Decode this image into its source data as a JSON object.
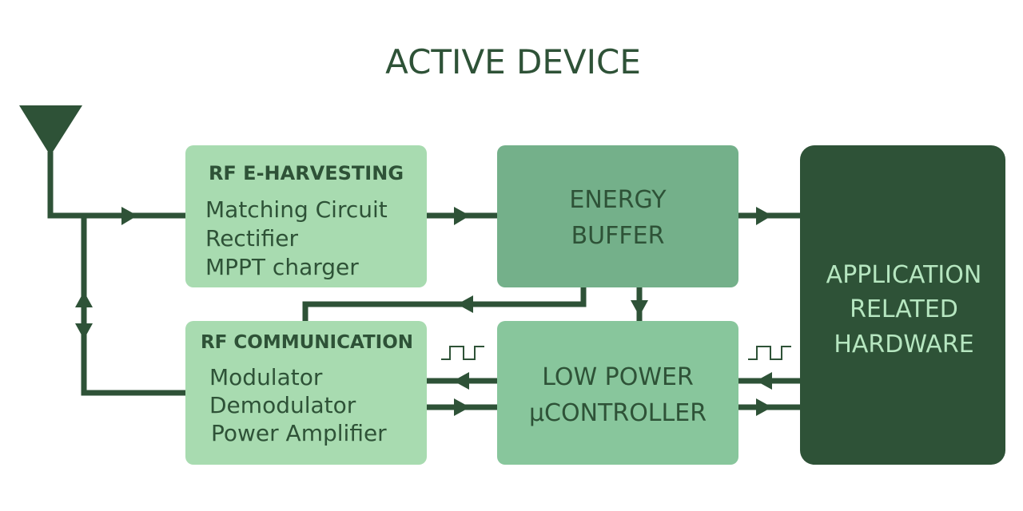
{
  "title": "ACTIVE DEVICE",
  "blocks": {
    "rf_harvesting": {
      "heading": "RF E-HARVESTING",
      "items": [
        "Matching Circuit",
        "Rectifier",
        "MPPT charger"
      ]
    },
    "energy_buffer": {
      "lines": [
        "ENERGY",
        "BUFFER"
      ]
    },
    "rf_communication": {
      "heading": "RF COMMUNICATION",
      "items": [
        "Modulator",
        "Demodulator",
        "Power Amplifier"
      ]
    },
    "microcontroller": {
      "lines": [
        "LOW POWER",
        "µCONTROLLER"
      ]
    },
    "application": {
      "lines": [
        "APPLICATION",
        "RELATED",
        "HARDWARE"
      ]
    }
  },
  "colors": {
    "dark": "#2e5237",
    "light_box": "#a8dbb0",
    "buffer_box": "#74b08a",
    "controller_box": "#88c69c",
    "app_text": "#b6e6c0"
  }
}
